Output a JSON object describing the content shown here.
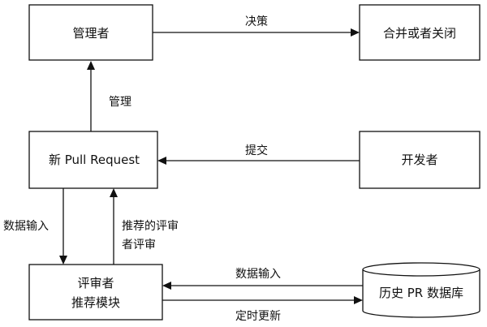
{
  "nodes": {
    "manager": "管理者",
    "merge_or_close": "合并或者关闭",
    "new_pr": "新 Pull Request",
    "developer": "开发者",
    "reviewer_module_line1": "评审者",
    "reviewer_module_line2": "推荐模块",
    "history_db": "历史 PR 数据库"
  },
  "edges": {
    "decision": "决策",
    "manage": "管理",
    "submit": "提交",
    "data_input_left": "数据输入",
    "recommended_line1": "推荐的评审",
    "recommended_line2": "者评审",
    "data_input_db": "数据输入",
    "scheduled_update": "定时更新"
  }
}
